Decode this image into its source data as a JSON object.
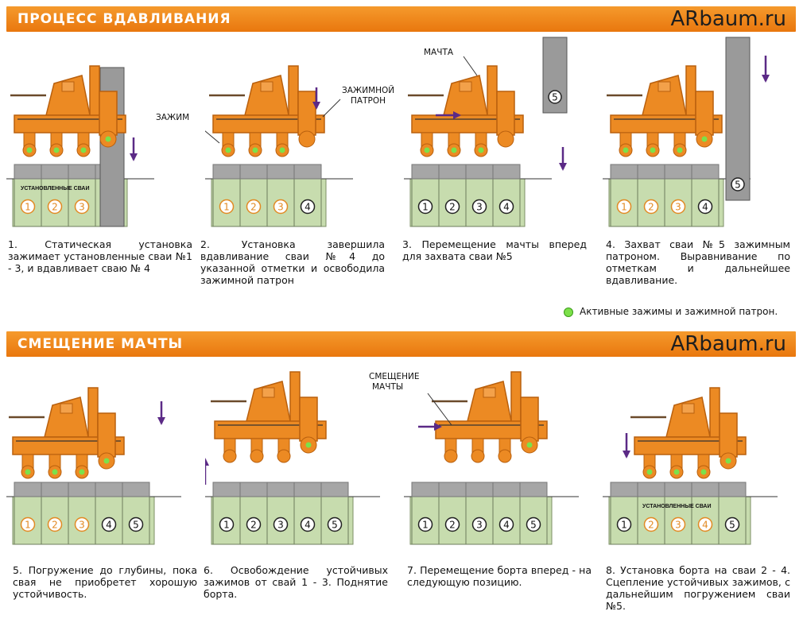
{
  "section1": {
    "title": "ПРОЦЕСС ВДАВЛИВАНИЯ",
    "brand": "ARbaum.ru"
  },
  "section2": {
    "title": "СМЕЩЕНИЕ МАЧТЫ",
    "brand": "ARbaum.ru"
  },
  "labels": {
    "zazhim": "ЗАЖИМ",
    "patron_line1": "ЗАЖИМНОЙ",
    "patron_line2": "ПАТРОН",
    "machta": "МАЧТА",
    "smeshchenie_line1": "СМЕЩЕНИЕ",
    "smeshchenie_line2": "МАЧТЫ",
    "installed_piles": "УСТАНОВЛЕННЫЕ СВАИ"
  },
  "legend": {
    "text": "Активные зажимы и зажимной патрон."
  },
  "steps": [
    {
      "caption": "1. Статическая установка зажимает установленные сваи №1 - 3, и вдавливает сваю № 4"
    },
    {
      "caption": "2. Установка завершила вдавливание сваи №4 до указанной отметки и освободила зажимной патрон"
    },
    {
      "caption": "3. Перемещение мачты вперед для захвата сваи №5"
    },
    {
      "caption": "4. Захват сваи №5 зажимным патроном. Выравнивание по отметкам и дальнейшее вдавливание."
    },
    {
      "caption": "5. Погружение до глубины, пока свая не приобретет хорошую устойчивость."
    },
    {
      "caption": "6. Освобождение устойчивых зажимов от свай 1 - 3. Поднятие борта."
    },
    {
      "caption": "7. Перемещение борта вперед - на следующую позицию."
    },
    {
      "caption": "8. Установка борта на сваи 2 - 4. Сцепление устойчивых зажимов, с дальнейшим погружением сваи №5."
    }
  ],
  "pile_numbers": {
    "p1": [
      "1",
      "2",
      "3",
      "4"
    ],
    "p5": [
      "1",
      "2",
      "3",
      "4",
      "5"
    ]
  },
  "colors": {
    "machine": "#ec8a23",
    "machine_dark": "#b9600e",
    "soil": "#c7dcae",
    "pile": "#9a9a9a",
    "arrow": "#5b2a86",
    "active": "#7ce04a"
  }
}
